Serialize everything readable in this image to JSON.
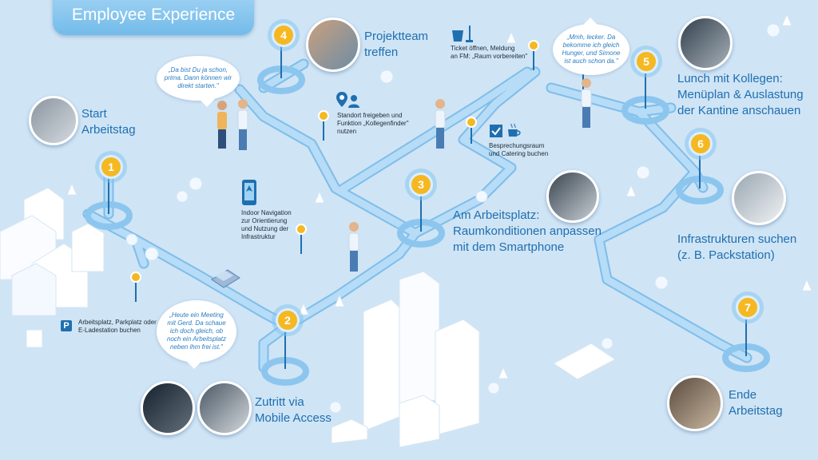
{
  "header": {
    "title": "Employee Experience"
  },
  "steps": [
    {
      "num": "1",
      "title": "Start\nArbeitstag"
    },
    {
      "num": "2",
      "title": "Zutritt via\nMobile Access"
    },
    {
      "num": "3",
      "title": "Am Arbeitsplatz:\nRaumkonditionen anpassen\nmit dem Smartphone"
    },
    {
      "num": "4",
      "title": "Projektteam\ntreffen"
    },
    {
      "num": "5",
      "title": "Lunch mit Kollegen:\nMenüplan & Auslastung\nder Kantine anschauen"
    },
    {
      "num": "6",
      "title": "Infrastrukturen suchen\n(z. B. Packstation)"
    },
    {
      "num": "7",
      "title": "Ende\nArbeitstag"
    }
  ],
  "notes": {
    "parking": "Arbeitsplatz, Parkplatz oder\nE-Ladestation buchen",
    "navigation": "Indoor Navigation\nzur Orientierung\nund Nutzung der\nInfrastruktur",
    "location": "Standort freigeben und\nFunktion „Kollegenfinder\"\nnutzen",
    "ticket": "Ticket öffnen, Meldung\nan FM: „Raum vorbereiten\"",
    "meeting_room": "Besprechungsraum\nund Catering buchen"
  },
  "bubbles": {
    "team": "„Da bist Du ja schon,\nprima. Dann können wir\ndirekt starten.\"",
    "lunch": "„Mmh, lecker. Da\nbekomme ich gleich\nHunger, und Simone\nist auch schon da.\"",
    "meeting": "„Heute ein Meeting\nmit Gerd. Da schaue\nich doch gleich, ob\nnoch ein Arbeitsplatz\nneben ihm frei ist.\""
  },
  "icons": {
    "parking": "P",
    "navigation": "phone-navigation-icon",
    "location": "location-people-icon",
    "ticket": "cleaning-bucket-icon",
    "meeting_room": "checkbox-coffee-icon"
  },
  "colors": {
    "path": "#a9d5f5",
    "path_edge": "#7fbde9",
    "accent": "#f5b821",
    "text": "#1f6fb0"
  }
}
